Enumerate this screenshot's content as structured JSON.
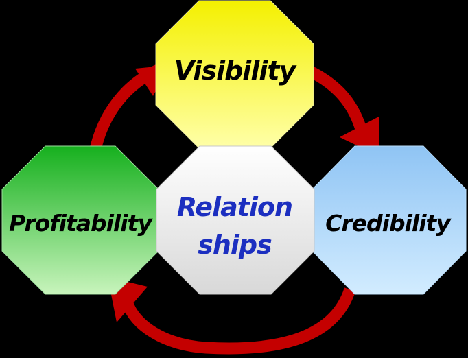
{
  "diagram": {
    "background": "#000000",
    "arrow_color": "#c40000",
    "nodes": {
      "top": {
        "label": "Visibility",
        "color_light": "#ffffa8",
        "color_dark": "#f4f000",
        "text_color": "#000000"
      },
      "right": {
        "label": "Credibility",
        "color_light": "#d2ecff",
        "color_dark": "#8fc4f4",
        "text_color": "#000000"
      },
      "left": {
        "label": "Profitability",
        "color_light": "#c8f4bc",
        "color_dark": "#16b01e",
        "text_color": "#000000"
      },
      "center": {
        "line1": "Relation",
        "line2": "ships",
        "color_light": "#ffffff",
        "color_dark": "#d8d8d8",
        "text_color": "#1c2fc0"
      }
    }
  }
}
